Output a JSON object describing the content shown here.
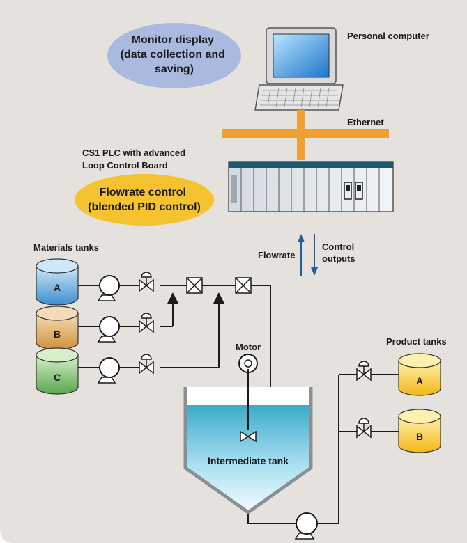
{
  "labels": {
    "monitor_display": [
      "Monitor display",
      "(data collection and",
      "saving)"
    ],
    "personal_computer": "Personal computer",
    "ethernet": "Ethernet",
    "plc": [
      "CS1 PLC with advanced",
      "Loop Control Board"
    ],
    "flowrate_control": [
      "Flowrate control",
      "(blended PID control)"
    ],
    "materials_tanks": "Materials tanks",
    "flowrate": "Flowrate",
    "control_outputs": [
      "Control",
      "outputs"
    ],
    "motor": "Motor",
    "product_tanks": "Product tanks",
    "intermediate_tank": "Intermediate tank"
  },
  "material_tanks": [
    {
      "label": "A",
      "color": "#5aa8e0"
    },
    {
      "label": "B",
      "color": "#e0a55a"
    },
    {
      "label": "C",
      "color": "#7cc47a"
    }
  ],
  "product_tanks": [
    {
      "label": "A",
      "color": "#f5cc3a"
    },
    {
      "label": "B",
      "color": "#f5cc3a"
    }
  ],
  "colors": {
    "background": "#e5e2de",
    "monitor_ellipse": "#a9b9e0",
    "flowrate_ellipse": "#f5c230",
    "ethernet": "#f0a030",
    "arrow": "#1e5fa0"
  }
}
